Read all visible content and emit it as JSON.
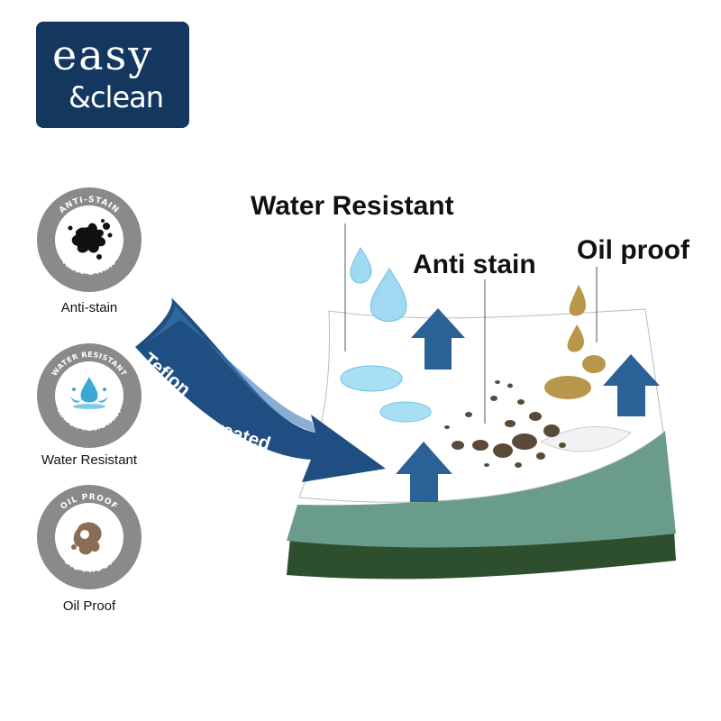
{
  "logo": {
    "line1": "easy",
    "line2": "&clean"
  },
  "badges": [
    {
      "ring_text": "ANTI-STAIN",
      "caption": "Anti-stain",
      "icon": "ink-splat-icon"
    },
    {
      "ring_text": "WATER RESISTANT",
      "caption": "Water Resistant",
      "icon": "water-splash-icon"
    },
    {
      "ring_text": "OIL PROOF",
      "caption": "Oil Proof",
      "icon": "oil-drop-icon"
    }
  ],
  "diagram": {
    "water_label": "Water Resistant",
    "stain_label": "Anti stain",
    "oil_label": "Oil proof",
    "teflon_word1": "Teflon",
    "teflon_word2": "treated"
  },
  "colors": {
    "logo_bg": "#14375f",
    "arrow_blue": "#2a6298",
    "layer_teal": "#6a9c8b",
    "layer_dark_green": "#2e4f2d",
    "badge_ring": "#8a8a8a",
    "water_drop": "#8fd3ef",
    "oil_drop": "#b8974a",
    "stain": "#5a4a3a"
  }
}
